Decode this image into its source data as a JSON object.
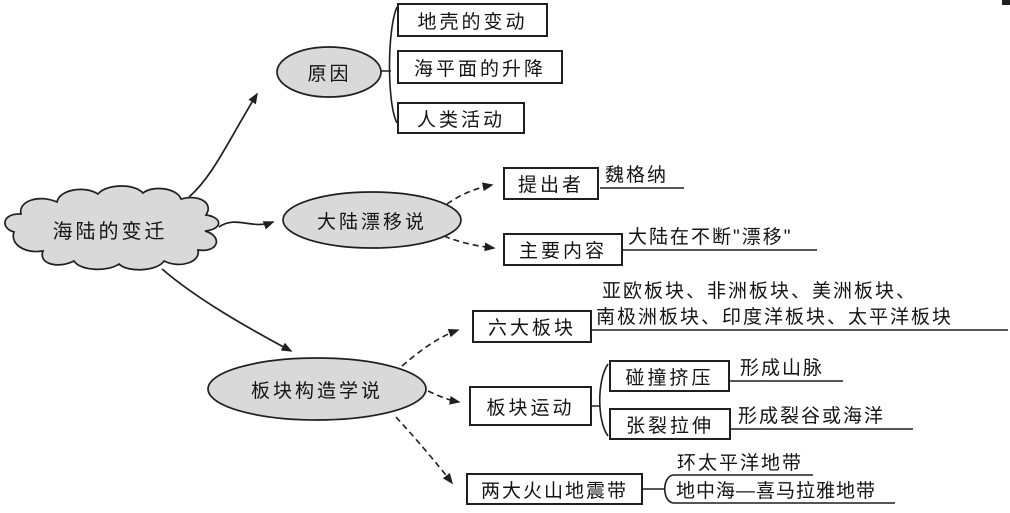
{
  "root": {
    "label": "海陆的变迁"
  },
  "causes": {
    "label": "原因",
    "items": [
      "地壳的变动",
      "海平面的升降",
      "人类活动"
    ]
  },
  "drift": {
    "label": "大陆漂移说",
    "proposer": {
      "label": "提出者",
      "value": "魏格纳"
    },
    "content": {
      "label": "主要内容",
      "value": "大陆在不断\"漂移\""
    }
  },
  "plate": {
    "label": "板块构造学说",
    "six_plates": {
      "label": "六大板块",
      "line1": "亚欧板块、非洲板块、美洲板块、",
      "line2": "南极洲板块、印度洋板块、太平洋板块"
    },
    "movement": {
      "label": "板块运动",
      "collision": {
        "label": "碰撞挤压",
        "value": "形成山脉"
      },
      "tension": {
        "label": "张裂拉伸",
        "value": "形成裂谷或海洋"
      }
    },
    "belts": {
      "label": "两大火山地震带",
      "item1": "环太平洋地带",
      "item2": "地中海—喜马拉雅地带"
    }
  },
  "colors": {
    "node_fill": "#d9d9d9",
    "stroke": "#1f1f1f",
    "box_fill": "#ffffff"
  }
}
